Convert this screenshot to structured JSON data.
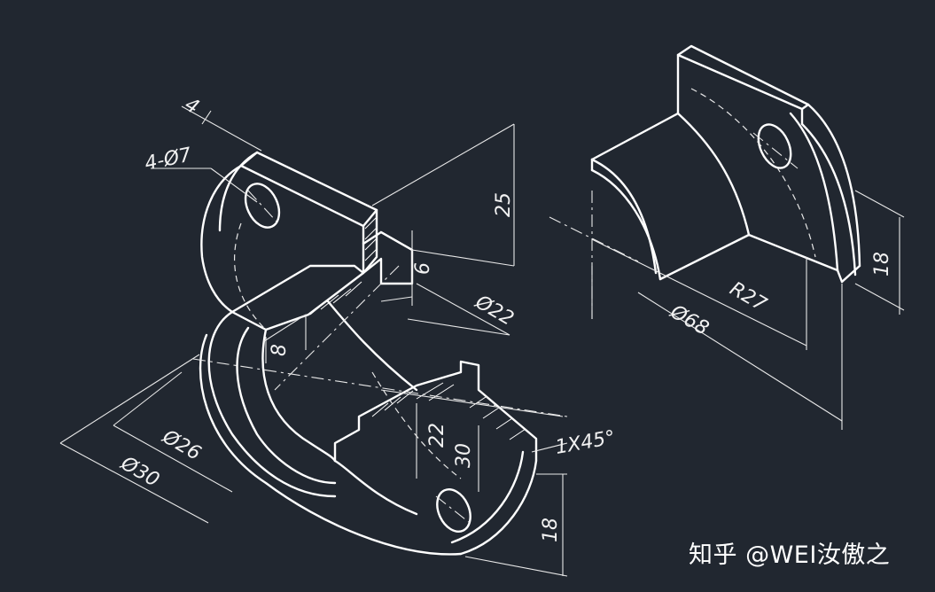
{
  "drawing": {
    "background_color": "#212730",
    "line_color": "#ffffff",
    "dimension_labels": {
      "holes": "4-Ø7",
      "gap": "4",
      "height_25": "25",
      "rib_6": "6",
      "bore_22": "Ø22",
      "web_8": "8",
      "diameter_26": "Ø26",
      "diameter_30": "Ø30",
      "length_22": "22",
      "length_30": "30",
      "chamfer": "1X45°",
      "height_18_bottom": "18",
      "radius_27": "R27",
      "diameter_68": "Ø68",
      "height_18_right": "18"
    }
  },
  "watermark": "知乎 @WEI汝傲之"
}
